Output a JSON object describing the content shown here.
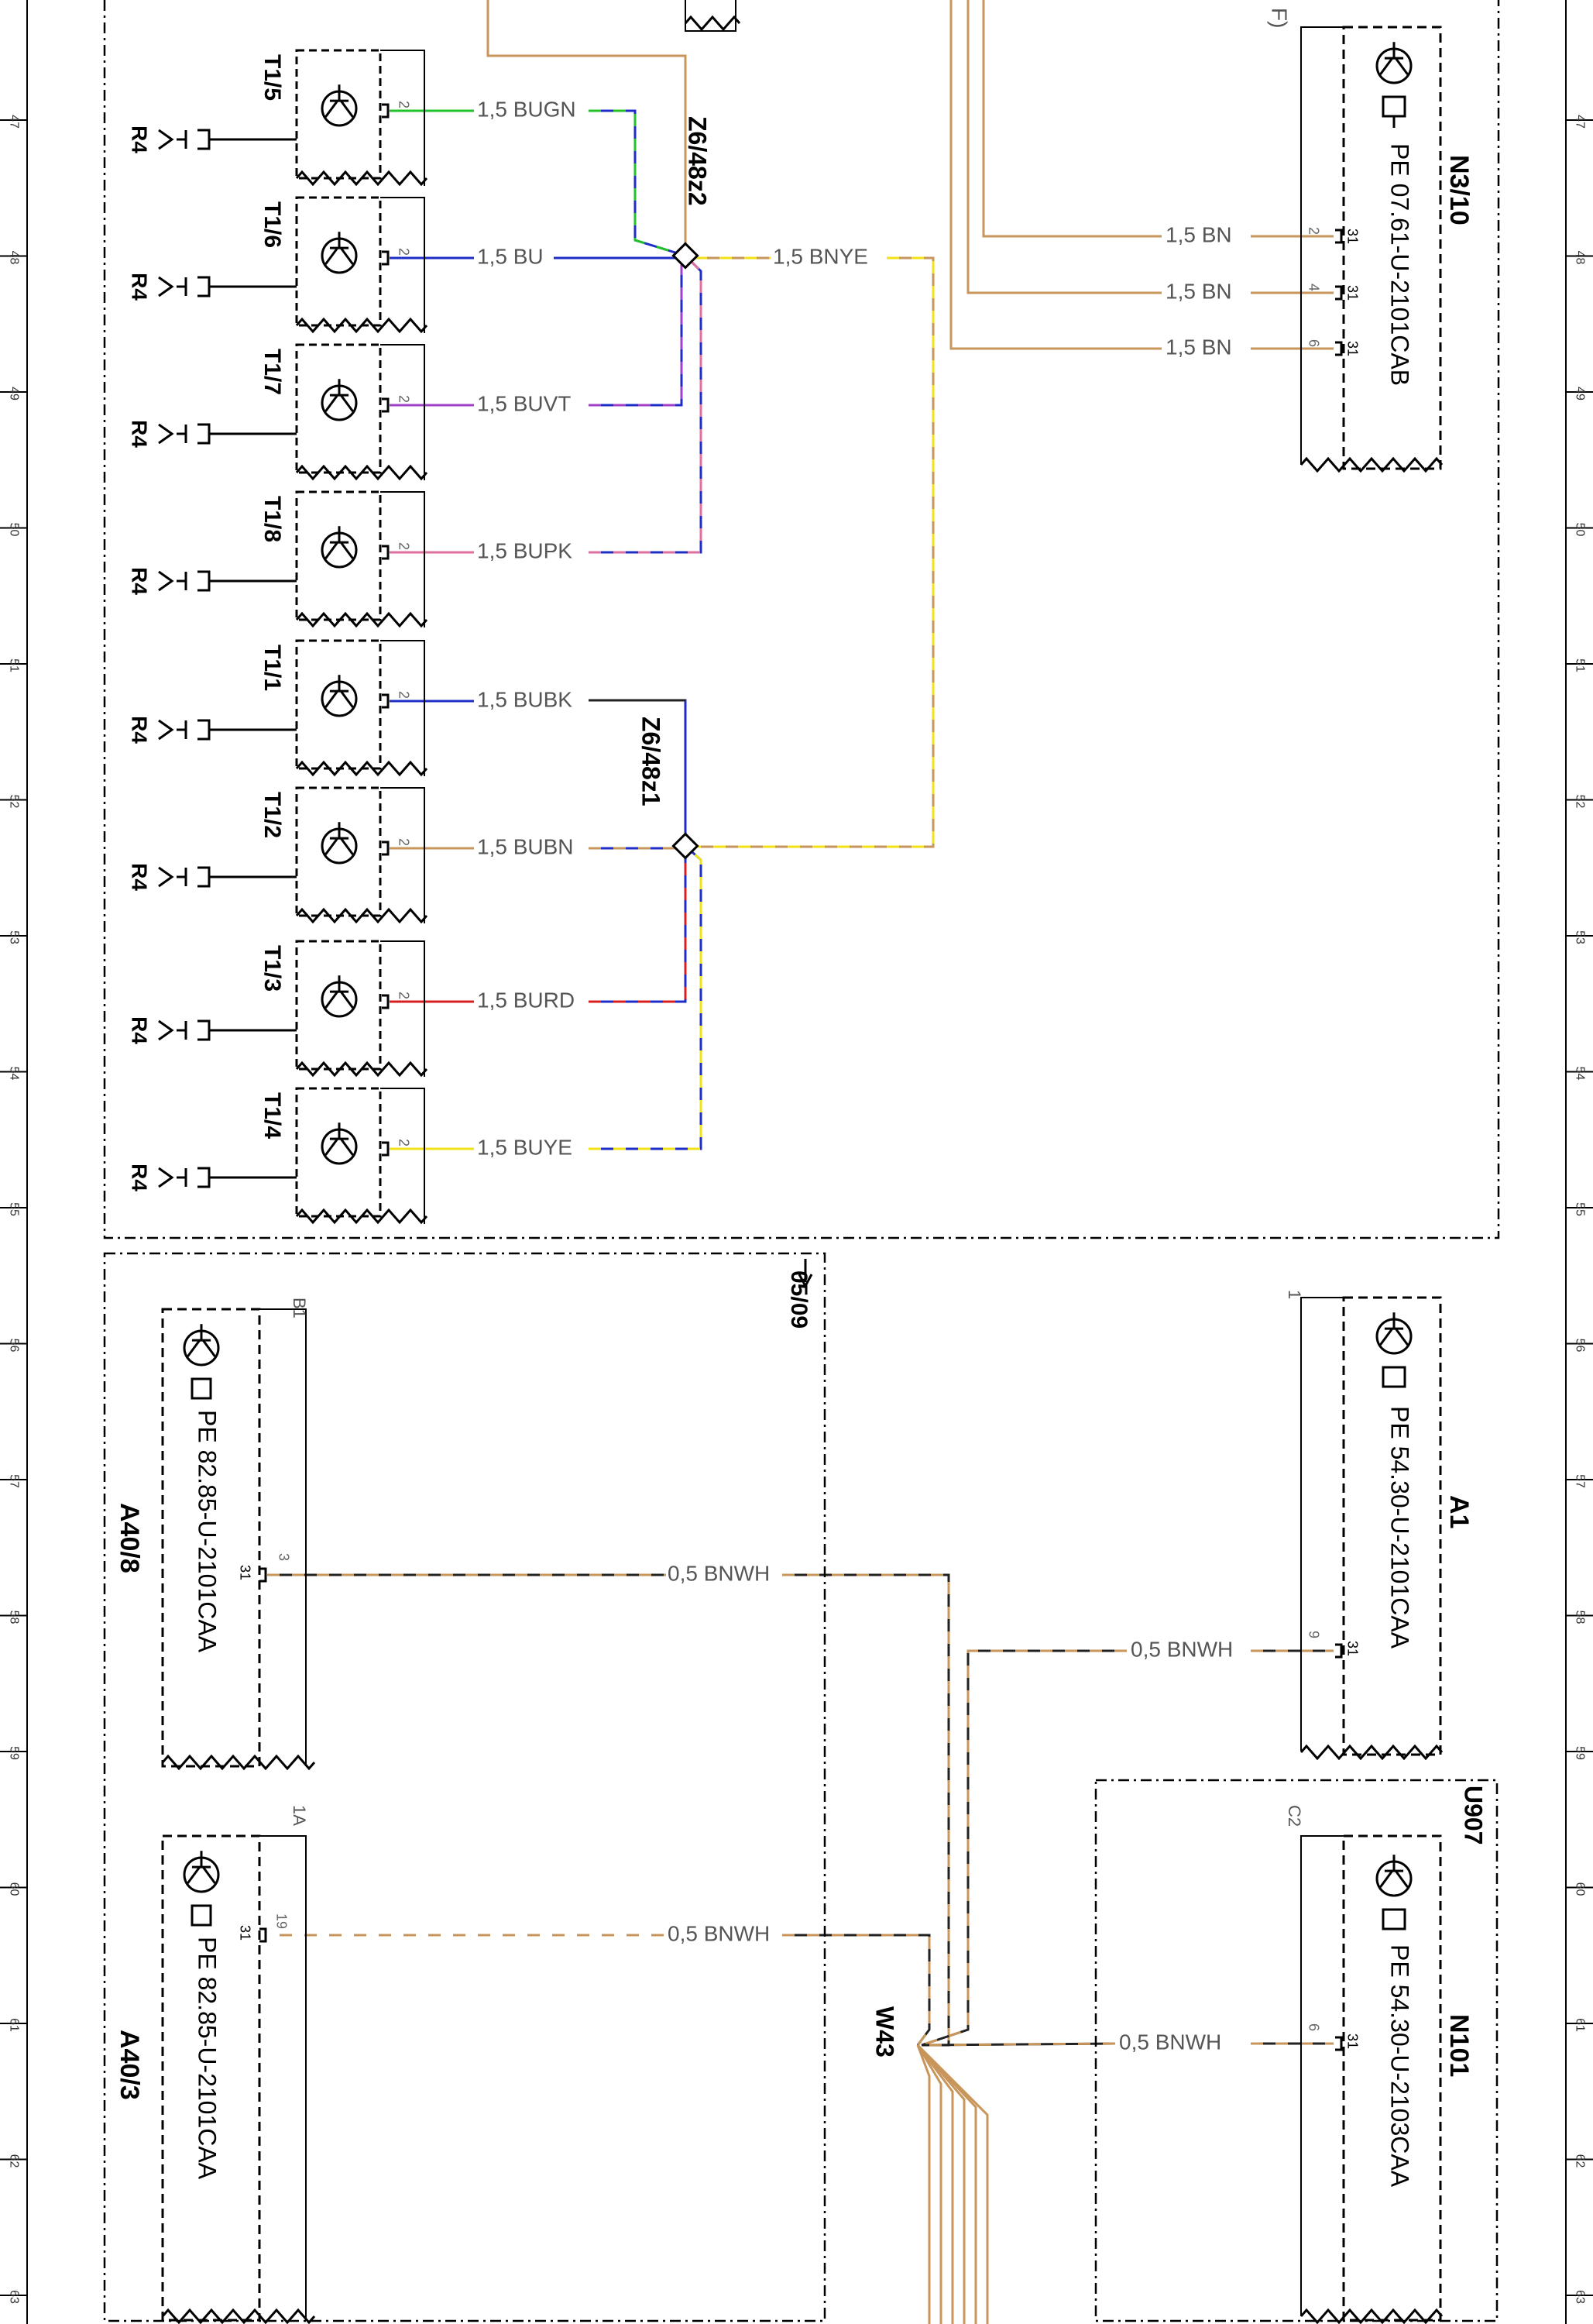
{
  "colors": {
    "wire_brown": "#C8955A",
    "bu": "#1F2DC8",
    "gn": "#22C32A",
    "vt": "#A040C8",
    "pk": "#E06FA0",
    "bk": "#222222",
    "rd": "#D81F1F",
    "ye": "#F2E21A",
    "line": "#000000",
    "grey": "#777777"
  },
  "ruler_numbers": [
    "47",
    "48",
    "49",
    "50",
    "51",
    "52",
    "53",
    "54",
    "55",
    "56",
    "57",
    "58",
    "59",
    "60",
    "61",
    "62",
    "63"
  ],
  "top_connectors": {
    "sensors": [
      {
        "id": "T1/5",
        "pin": "2",
        "wire": "1,5 BUGN",
        "ground": "R4"
      },
      {
        "id": "T1/6",
        "pin": "2",
        "wire": "1,5 BU",
        "ground": "R4"
      },
      {
        "id": "T1/7",
        "pin": "2",
        "wire": "1,5 BUVT",
        "ground": "R4"
      },
      {
        "id": "T1/8",
        "pin": "2",
        "wire": "1,5 BUPK",
        "ground": "R4"
      },
      {
        "id": "T1/1",
        "pin": "2",
        "wire": "1,5 BUBK",
        "ground": "R4"
      },
      {
        "id": "T1/2",
        "pin": "2",
        "wire": "1,5 BUBN",
        "ground": "R4"
      },
      {
        "id": "T1/3",
        "pin": "2",
        "wire": "1,5 BURD",
        "ground": "R4"
      },
      {
        "id": "T1/4",
        "pin": "2",
        "wire": "1,5 BUYE",
        "ground": "R4"
      }
    ],
    "splice_top": "Z6/48z2",
    "splice_bottom": "Z6/48z1",
    "splice_link_wire": "1,5 BNYE",
    "partial_top_label": "F)"
  },
  "n3_10": {
    "id": "N3/10",
    "part": "PE 07.61-U-2101CAB",
    "pins": [
      {
        "pin": "2",
        "terminal": "31",
        "wire": "1,5 BN"
      },
      {
        "pin": "4",
        "terminal": "31",
        "wire": "1,5 BN"
      },
      {
        "pin": "6",
        "terminal": "31",
        "wire": "1,5 BN"
      }
    ]
  },
  "bottom_left_block": {
    "reference": "05/09",
    "a40_8": {
      "id": "A40/8",
      "part": "PE 82.85-U-2101CAA",
      "connector": "B1",
      "pin": "3",
      "terminal": "31",
      "wire": "0,5 BNWH"
    },
    "a40_3": {
      "id": "A40/3",
      "part": "PE 82.85-U-2101CAA",
      "connector": "1A",
      "pin": "19",
      "terminal": "31",
      "wire": "0,5 BNWH"
    }
  },
  "a1": {
    "id": "A1",
    "part": "PE 54.30-U-2101CAA",
    "connector": "1",
    "pin": "9",
    "terminal": "31",
    "wire": "0,5 BNWH"
  },
  "n101": {
    "id": "N101",
    "part": "PE 54.30-U-2103CAA",
    "group": "U907",
    "connector": "C2",
    "pin": "6",
    "terminal": "31",
    "wire": "0,5 BNWH"
  },
  "harness": "W43"
}
